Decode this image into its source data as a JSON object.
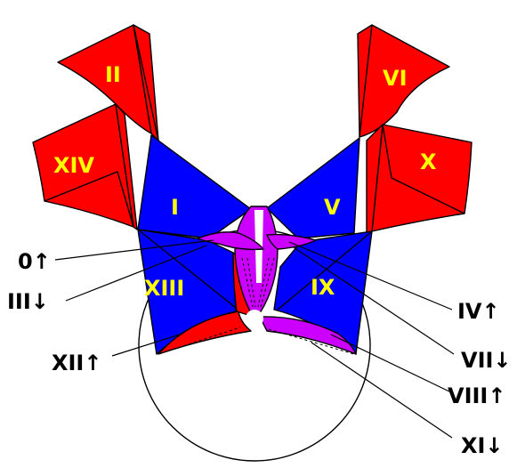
{
  "colors": {
    "red": "#ff0000",
    "blue": "#0000ff",
    "magenta": "#cc00ff",
    "label_inside": "#ffff00",
    "label_outside": "#000000",
    "outline": "#000000"
  },
  "inner_labels": {
    "I": "I",
    "II": "II",
    "V": "V",
    "VI": "VI",
    "IX": "IX",
    "X": "X",
    "XIII": "XIII",
    "XIV": "XIV"
  },
  "outer_labels": {
    "zero_up": "0↑",
    "III_down": "III↓",
    "XII_up": "XII↑",
    "IV_up": "IV↑",
    "VII_down": "VII↓",
    "VIII_up": "VIII↑",
    "XI_down": "XI↓"
  }
}
